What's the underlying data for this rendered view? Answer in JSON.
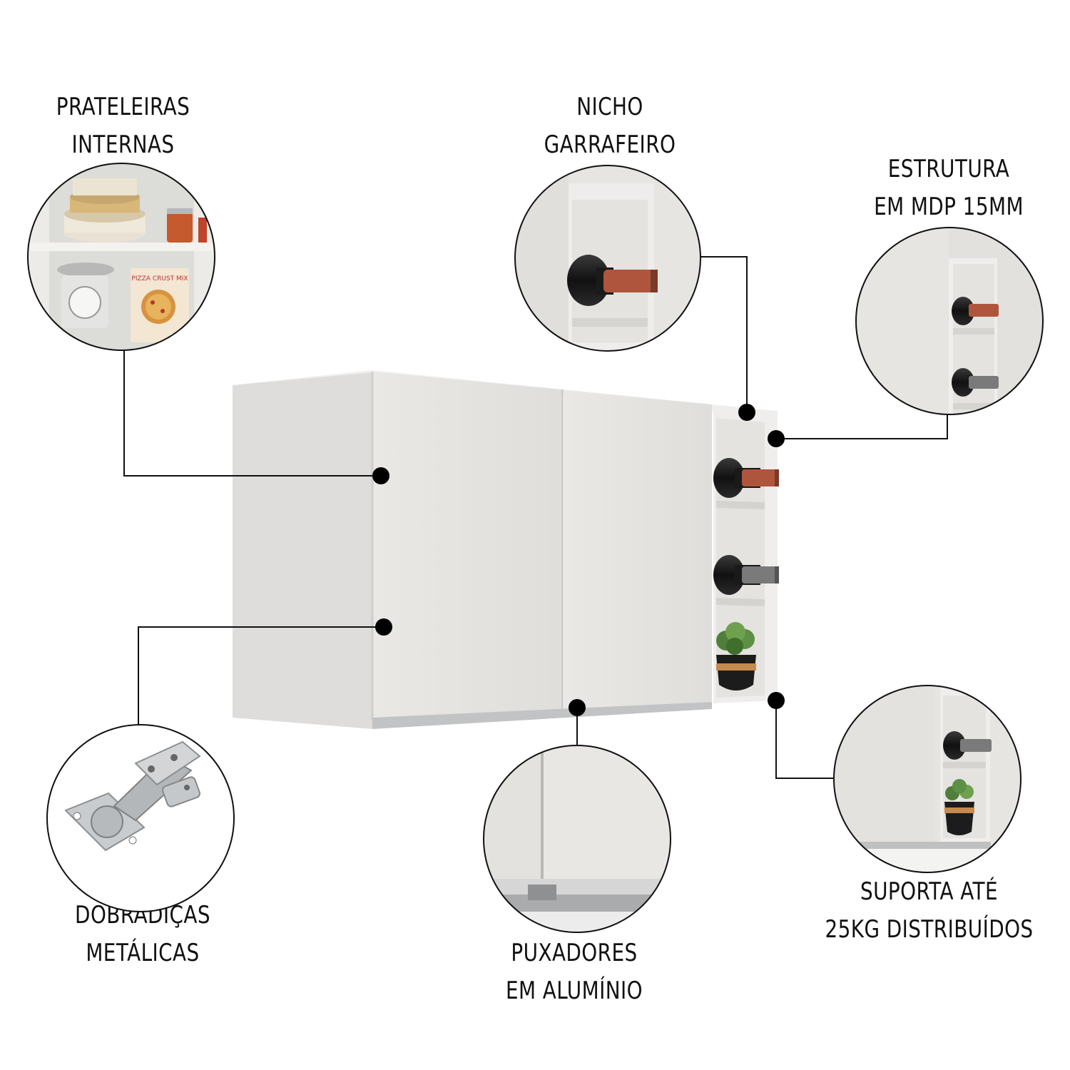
{
  "features": {
    "shelves": {
      "line1": "PRATELEIRAS",
      "line2": "INTERNAS"
    },
    "niche": {
      "line1": "NICHO",
      "line2": "GARRAFEIRO"
    },
    "structure": {
      "line1": "ESTRUTURA",
      "line2": "EM MDP 15MM"
    },
    "hinges": {
      "line1": "DOBRADIÇAS",
      "line2": "METÁLICAS"
    },
    "handles": {
      "line1": "PUXADORES",
      "line2": "EM ALUMÍNIO"
    },
    "load": {
      "line1": "SUPORTA ATÉ",
      "line2": "25KG DISTRIBUÍDOS"
    }
  },
  "product_print": {
    "pizza_box": "PIZZA CRUST MIX"
  },
  "colors": {
    "cabinet": "#e6e5e2",
    "cabinet_side": "#dcdbd8",
    "ink": "#111111",
    "cork": "#b0553d",
    "steel": "#b7babd"
  }
}
